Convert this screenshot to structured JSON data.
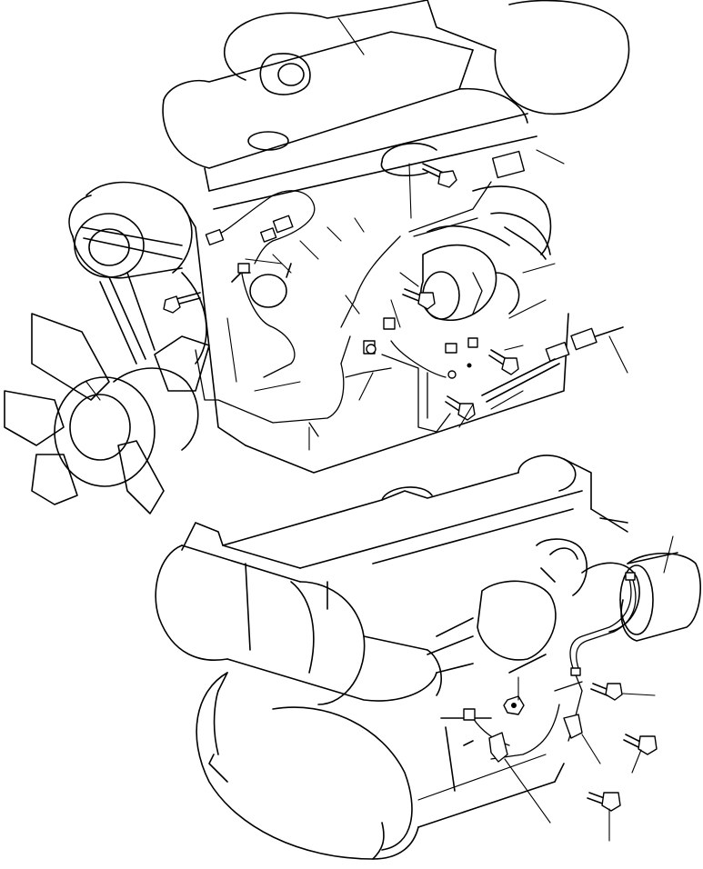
{
  "drawing": {
    "background": "#ffffff",
    "line_color": "#000000",
    "upper_assembly": {
      "components": [
        "fan",
        "fan-belt",
        "pulley",
        "cylinder-head",
        "alternator",
        "starter-motor",
        "wiring-harness",
        "sensor-connector",
        "bolts"
      ]
    },
    "lower_assembly": {
      "components": [
        "flywheel-housing",
        "muffler",
        "turbocharger",
        "starter-motor",
        "wiring-harness",
        "clamp",
        "bolts",
        "nut"
      ]
    }
  }
}
